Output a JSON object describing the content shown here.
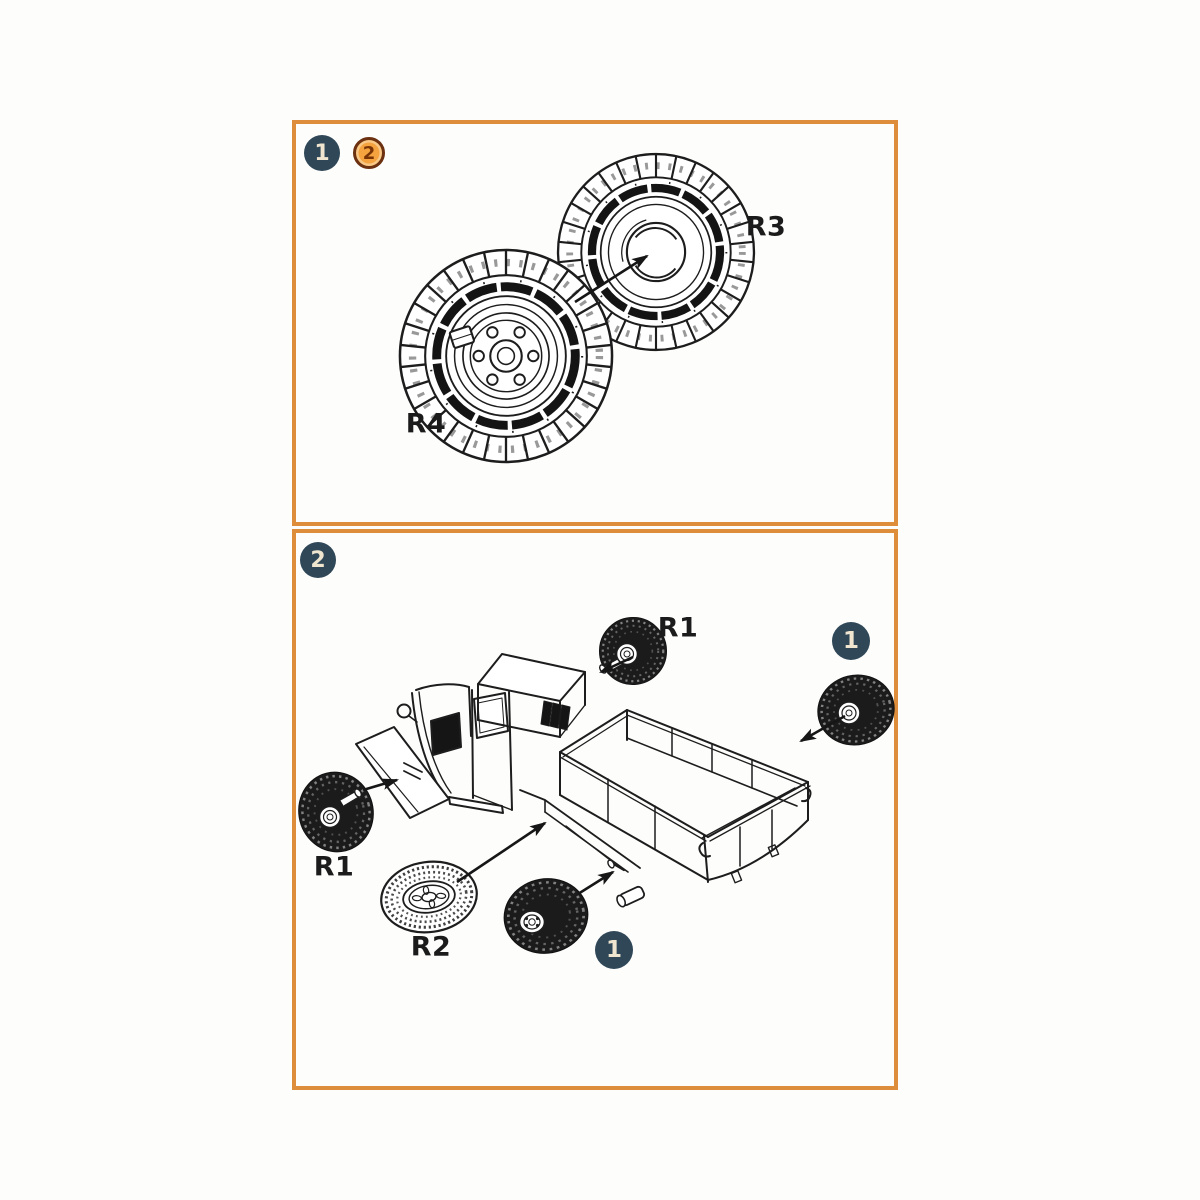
{
  "sheet": {
    "kind": "model-kit wheel assembly instructions",
    "background": "#fdfdfc"
  },
  "colors": {
    "panel_border": "#DE8E3B",
    "step_badge_bg": "#2F4757",
    "step_badge_text": "#F0E6D0",
    "alt_badge_bg": "#F4A33F",
    "alt_badge_ring": "#6B3110",
    "line_art": "#1d1d1d"
  },
  "panel1": {
    "step_badge": "1",
    "alt_step_badge": "2",
    "labels": {
      "outer_wheel": "R3",
      "hub_wheel": "R4"
    }
  },
  "panel2": {
    "step_badge": "2",
    "labels": {
      "cab_wheel": "R1",
      "front_wheel": "R1",
      "spare_wheel": "R2"
    },
    "qty_badges": {
      "rear_right": "1",
      "rear_center": "1"
    }
  }
}
